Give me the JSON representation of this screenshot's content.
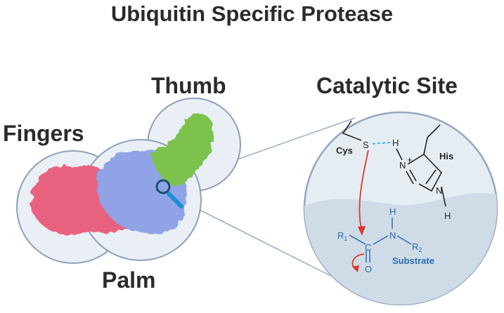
{
  "title": "Ubiquitin Specific Protease",
  "domains": {
    "thumb": "Thumb",
    "fingers": "Fingers",
    "palm": "Palm"
  },
  "catalytic_site": {
    "title": "Catalytic Site",
    "cys": "Cys",
    "his": "His",
    "s_atom": "S",
    "h_atom": "H",
    "n_plus": "N",
    "plus": "+",
    "n_atom": "N",
    "nh_h": "H",
    "substrate": "Substrate",
    "r1": "R",
    "r1_sub": "1",
    "r2": "R",
    "r2_sub": "2",
    "c_atom": "C",
    "o_atom": "O",
    "amide_n": "N",
    "amide_h": "H"
  },
  "colors": {
    "fingers": "#e8627f",
    "palm": "#8fa3e6",
    "thumb": "#7cc24e",
    "circle_fill": "#e6edf2",
    "circle_stroke": "#94a6be",
    "substrate_blue": "#2b6cb0",
    "arrow_red": "#d93a2b",
    "hbond_cyan": "#1fb6e0"
  }
}
